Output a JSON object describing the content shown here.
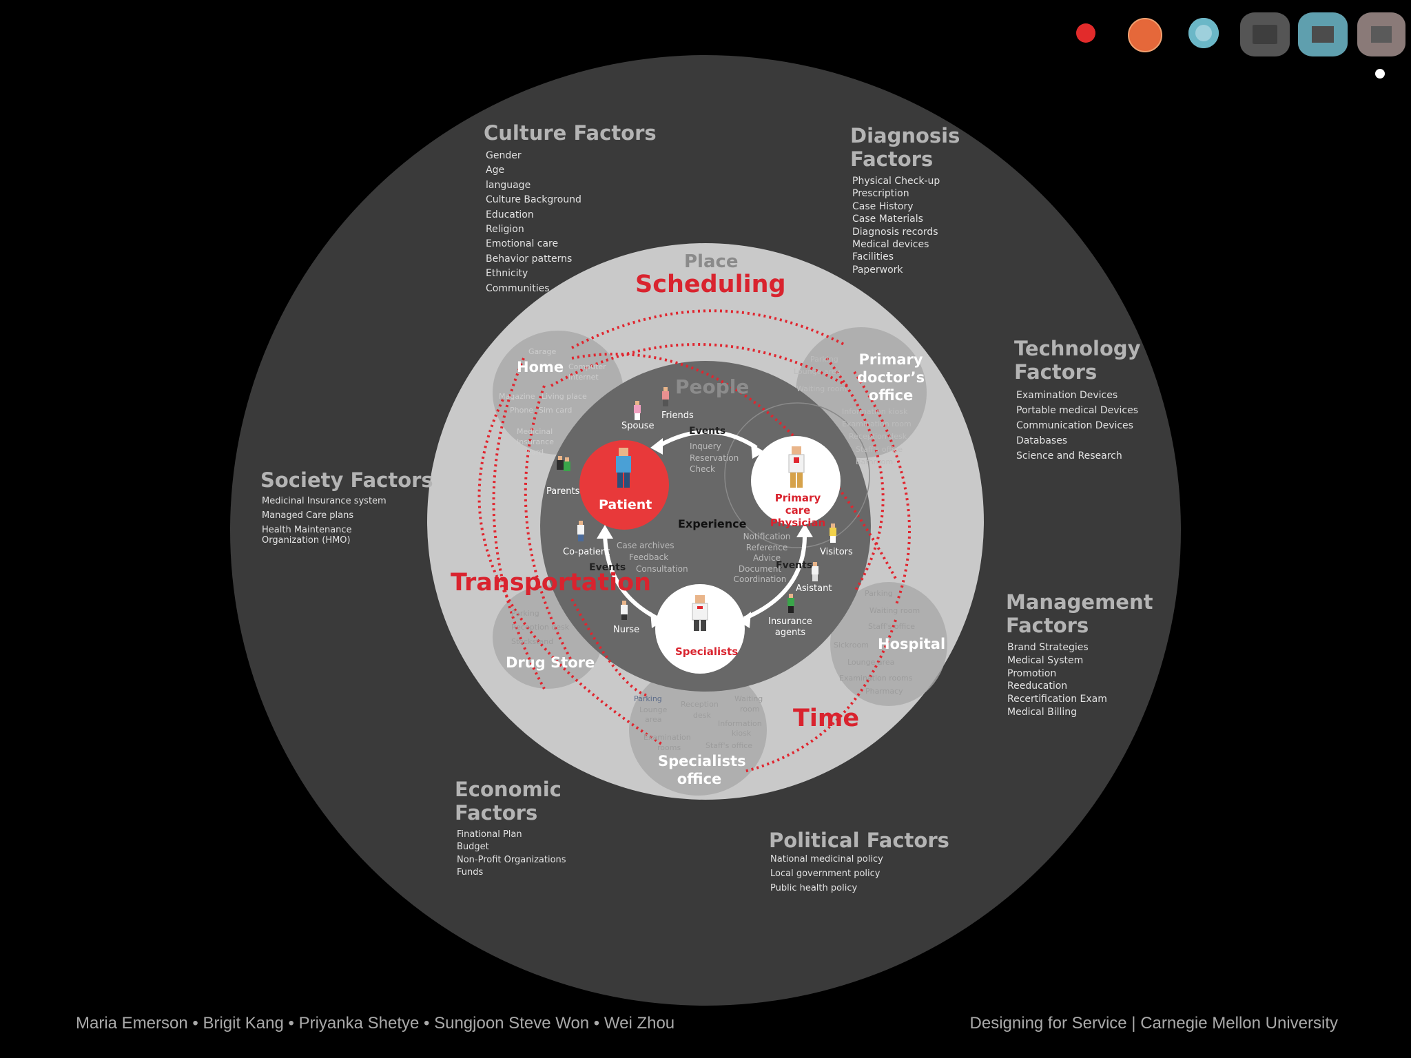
{
  "colors": {
    "background": "#000000",
    "outer_ring": "#3a3a3a",
    "place_ring": "#c8c8c8",
    "people_ring": "#666666",
    "accent_red": "#d9232e",
    "patient_fill": "#e8393a"
  },
  "factors": {
    "culture": {
      "title": "Culture Factors",
      "items": [
        "Gender",
        "Age",
        "language",
        "Culture Background",
        "Education",
        "Religion",
        "Emotional  care",
        "Behavior  patterns",
        "Ethnicity",
        "Communities"
      ]
    },
    "diagnosis": {
      "title_1": "Diagnosis",
      "title_2": "Factors",
      "items": [
        "Physical Check-up",
        "Prescription",
        "Case History",
        "Case Materials",
        "Diagnosis records",
        "Medical devices",
        "Facilities",
        "Paperwork"
      ]
    },
    "technology": {
      "title_1": "Technology",
      "title_2": "Factors",
      "items": [
        "Examination Devices",
        "Portable medical Devices",
        "Communication Devices",
        "Databases",
        "Science and Research"
      ]
    },
    "society": {
      "title": "Society Factors",
      "items": [
        "Medicinal Insurance system",
        "Managed Care plans",
        "Health Maintenance",
        "Organization (HMO)"
      ]
    },
    "management": {
      "title_1": "Management",
      "title_2": "Factors",
      "items": [
        "Brand Strategies",
        "Medical System",
        "Promotion",
        "Reeducation",
        "Recertification Exam",
        "Medical Billing"
      ]
    },
    "economic": {
      "title_1": "Economic",
      "title_2": "Factors",
      "items": [
        "Finational Plan",
        "Budget",
        "Non-Profit Organizations",
        "Funds"
      ]
    },
    "political": {
      "title": "Political Factors",
      "items": [
        "National medicinal policy",
        "Local government policy",
        "Public health policy"
      ]
    }
  },
  "place": {
    "label": "Place",
    "scheduling": "Scheduling",
    "transportation": "Transportation",
    "time": "Time",
    "home": {
      "label": "Home",
      "sub": [
        "Garage",
        "Computer",
        "Internet",
        "Magazine",
        "Living place",
        "Phone",
        "Sim card",
        "Medicinal",
        "Insurance",
        "card"
      ]
    },
    "primary_office": {
      "label_1": "Primary",
      "label_2": "doctor’s",
      "label_3": "office",
      "sub": [
        "Parking",
        "Lounge area",
        "Waiting room",
        "Information kiosk",
        "Examination room",
        "Reception desk",
        "Staff's office",
        "Bathroom"
      ]
    },
    "hospital": {
      "label": "Hospital",
      "sub": [
        "Parking",
        "Waiting room",
        "Staff's office",
        "Sickroom",
        "Lounge area",
        "Examination  rooms",
        "Pharmacy"
      ]
    },
    "drug_store": {
      "label": "Drug Store",
      "sub": [
        "Parking",
        "Reception desk",
        "Stockstand"
      ]
    },
    "specialists_office": {
      "label_1": "Specialists",
      "label_2": "office",
      "sub": [
        "Parking",
        "Lounge",
        "area",
        "Reception",
        "desk",
        "Waiting",
        "room",
        "Information",
        "kiosk",
        "Examination",
        "rooms",
        "Staff's office"
      ]
    }
  },
  "people": {
    "label": "People",
    "experience": "Experience",
    "patient": "Patient",
    "physician_1": "Primary care",
    "physician_2": "Physician",
    "specialists": "Specialists",
    "roles": {
      "spouse": "Spouse",
      "friends": "Friends",
      "parents": "Parents",
      "co_patient": "Co-patient",
      "nurse": "Nurse",
      "visitors": "Visitors",
      "assistant": "Asistant",
      "insurance_1": "Insurance",
      "insurance_2": "agents"
    },
    "events": [
      {
        "label": "Events",
        "items": [
          "Inquery",
          "Reservation",
          "Check"
        ]
      },
      {
        "label": "Events",
        "items": [
          "Case archives",
          "Feedback",
          "Consultation"
        ]
      },
      {
        "label": "Events",
        "items": [
          "Notification",
          "Reference",
          "Advice",
          "Document",
          "Coordination"
        ]
      }
    ]
  },
  "footer": {
    "authors": "Maria Emerson • Brigit Kang • Priyanka Shetye • Sungjoon Steve Won • Wei Zhou",
    "course": "Designing for Service | Carnegie Mellon University"
  }
}
